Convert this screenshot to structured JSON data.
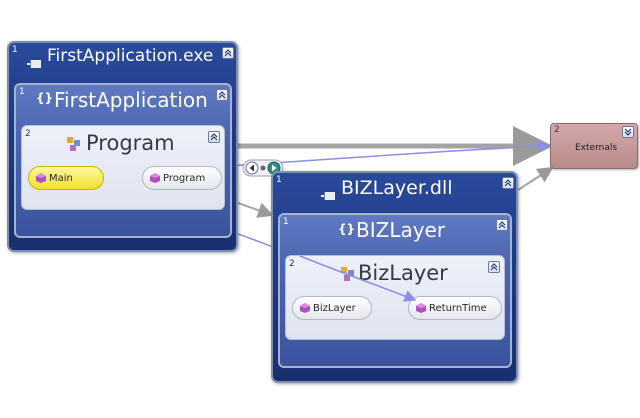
{
  "assemblies": [
    {
      "number": "1",
      "title": "FirstApplication.exe",
      "namespace": {
        "number": "1",
        "title": "FirstApplication",
        "class": {
          "number": "2",
          "title": "Program",
          "methods": [
            "Main",
            "Program"
          ],
          "selected_method": "Main"
        }
      }
    },
    {
      "number": "1",
      "title": "BIZLayer.dll",
      "namespace": {
        "number": "1",
        "title": "BIZLayer",
        "class": {
          "number": "2",
          "title": "BizLayer",
          "methods": [
            "BizLayer",
            "ReturnTime"
          ]
        }
      }
    }
  ],
  "externals": {
    "number": "2",
    "title": "Externals"
  },
  "colors": {
    "assembly_fill": "#1f3a85",
    "namespace_fill": "#4a64b0",
    "class_fill": "#e6eaf4",
    "selected_method": "#f0df2e",
    "externals_fill": "#c49a9a",
    "dependency_gray": "#9a9a9a",
    "call_link": "#8d8de8"
  },
  "icons": {
    "assembly": "assembly-icon",
    "namespace": "namespace-braces-icon",
    "class": "class-icon",
    "method": "method-icon",
    "collapse": "collapse-chevron-icon",
    "expand": "expand-chevron-icon"
  }
}
